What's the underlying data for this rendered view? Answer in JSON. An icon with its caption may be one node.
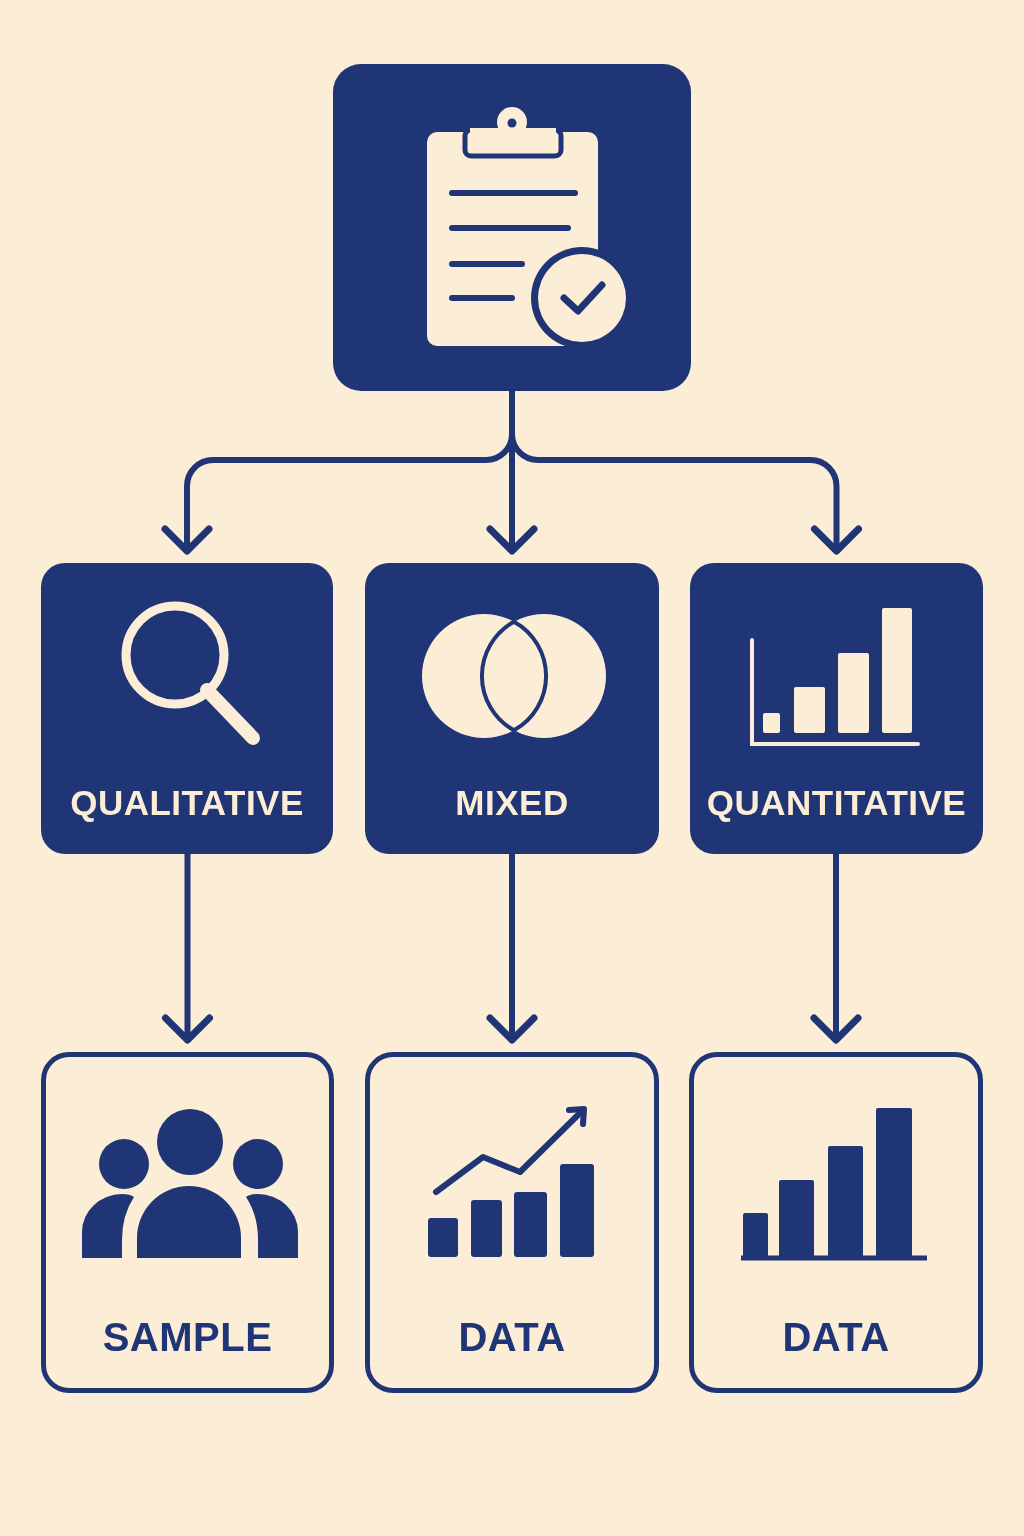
{
  "diagram": {
    "nodes": [
      {
        "text": [],
        "shape": "box"
      },
      {
        "text": [
          "QUALITATIVE"
        ]
      },
      {
        "text": [
          "MIXED"
        ]
      },
      {
        "text": [
          "QUANTITATIVE"
        ]
      },
      {
        "text": [
          "SAMPLE"
        ]
      },
      {
        "text": [
          "DATA"
        ]
      },
      {
        "text": [
          "DATA"
        ]
      }
    ],
    "edges": [
      {
        "from": 0,
        "to": 1,
        "arrow": "to"
      },
      {
        "from": 0,
        "to": 2,
        "arrow": "to"
      },
      {
        "from": 0,
        "to": 3,
        "arrow": "to"
      },
      {
        "from": 1,
        "to": 4,
        "arrow": "to"
      },
      {
        "from": 2,
        "to": 5,
        "arrow": "to"
      },
      {
        "from": 3,
        "to": 6,
        "arrow": "to"
      }
    ]
  }
}
